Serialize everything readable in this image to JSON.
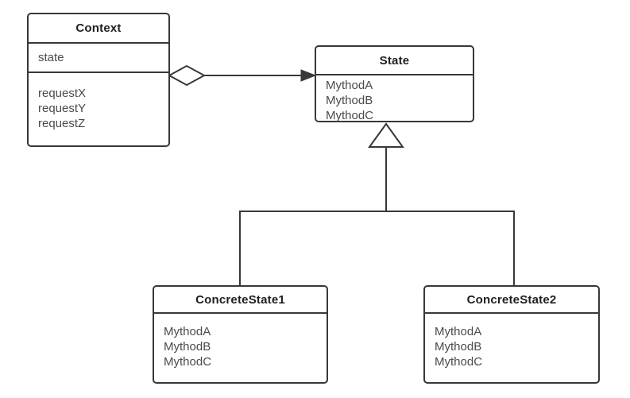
{
  "theme": {
    "background": "#ffffff",
    "line_color": "#383838",
    "title_color": "#1f1f1f",
    "body_text_color": "#4a4a4a",
    "box_fill": "#ffffff"
  },
  "diagram": {
    "kind": "uml-class-diagram",
    "pattern": "State"
  },
  "classes": [
    {
      "id": "context",
      "title": "Context",
      "attributes": [
        "state"
      ],
      "methods": [
        "requestX",
        "requestY",
        "requestZ"
      ]
    },
    {
      "id": "state",
      "title": "State",
      "attributes": [],
      "methods": [
        "MythodA",
        "MythodB",
        "MythodC"
      ]
    },
    {
      "id": "concrete-state-1",
      "title": "ConcreteState1",
      "attributes": [],
      "methods": [
        "MythodA",
        "MythodB",
        "MythodC"
      ]
    },
    {
      "id": "concrete-state-2",
      "title": "ConcreteState2",
      "attributes": [],
      "methods": [
        "MythodA",
        "MythodB",
        "MythodC"
      ]
    }
  ],
  "relationships": [
    {
      "type": "aggregation",
      "from": "Context",
      "to": "State",
      "source_marker": "hollow-diamond",
      "target_marker": "filled-arrow"
    },
    {
      "type": "inheritance",
      "from": "ConcreteState1",
      "to": "State",
      "target_marker": "hollow-triangle"
    },
    {
      "type": "inheritance",
      "from": "ConcreteState2",
      "to": "State",
      "target_marker": "hollow-triangle"
    }
  ]
}
